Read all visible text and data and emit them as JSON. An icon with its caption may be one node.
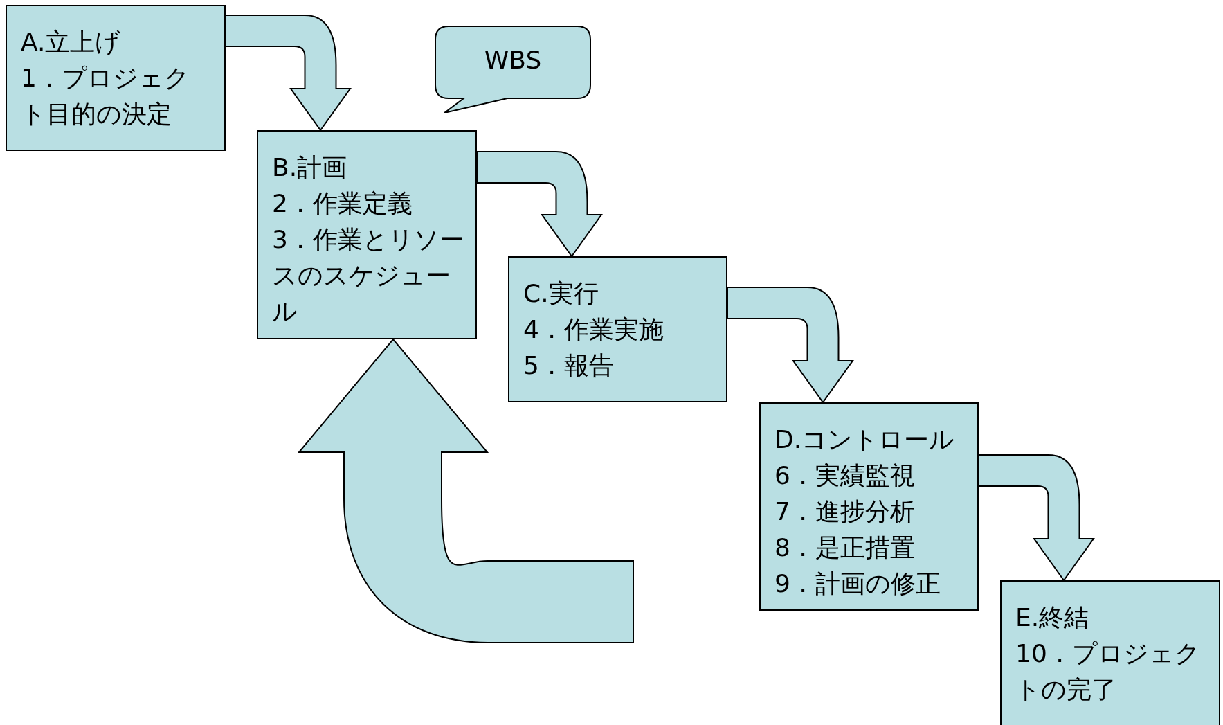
{
  "diagram": {
    "nodes": [
      {
        "text": [
          "A.立上げ",
          "1．プロジェクト目的の決定"
        ]
      },
      {
        "text": [
          "B.計画",
          "2．作業定義",
          "3．作業とリソースのスケジュール"
        ]
      },
      {
        "text": [
          "C.実行",
          "4．作業実施",
          "5．報告"
        ]
      },
      {
        "text": [
          "D.コントロール",
          "6．実績監視",
          "7．進捗分析",
          "8．是正措置",
          "9．計画の修正"
        ]
      },
      {
        "text": [
          "E.終結",
          "10．プロジェクトの完了"
        ]
      },
      {
        "text": [
          "WBS"
        ]
      }
    ],
    "edges": [
      {
        "from": 0,
        "to": 1,
        "arrow": "to"
      },
      {
        "from": 1,
        "to": 2,
        "arrow": "to"
      },
      {
        "from": 2,
        "to": 3,
        "arrow": "to"
      },
      {
        "from": 3,
        "to": 4,
        "arrow": "to"
      },
      {
        "from": null,
        "to": 1,
        "arrow": "to"
      }
    ]
  }
}
